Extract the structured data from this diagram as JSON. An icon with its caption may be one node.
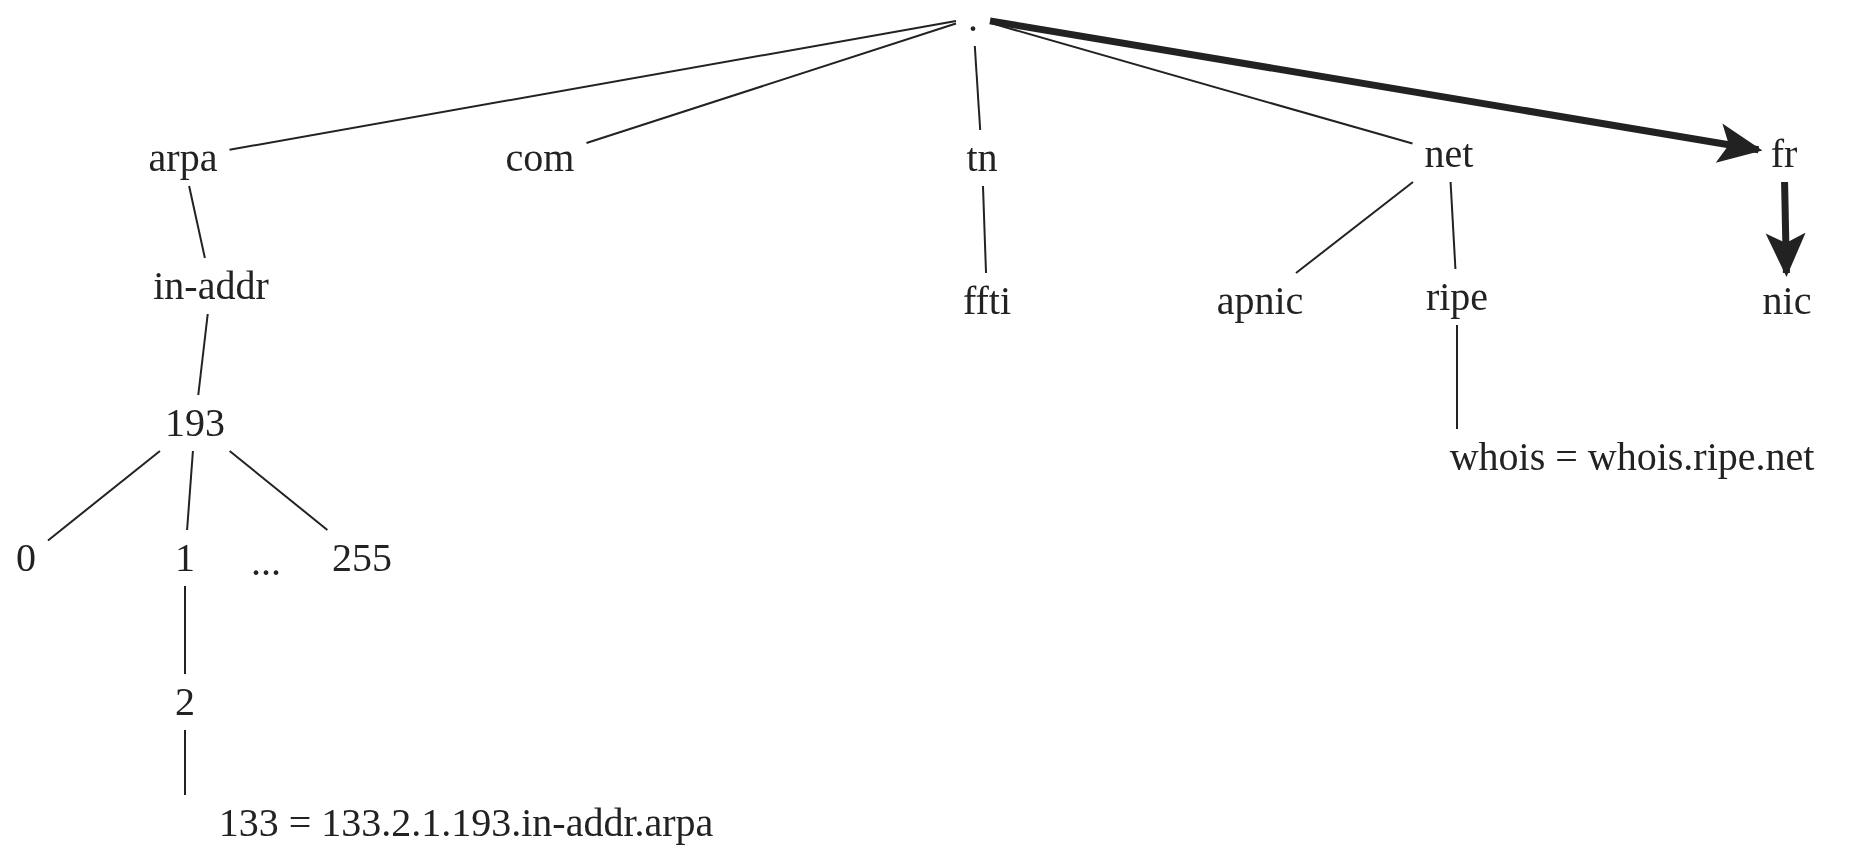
{
  "diagram": {
    "nodes": [
      {
        "text": [
          "."
        ]
      },
      {
        "text": [
          "arpa"
        ]
      },
      {
        "text": [
          "com"
        ]
      },
      {
        "text": [
          "tn"
        ]
      },
      {
        "text": [
          "net"
        ]
      },
      {
        "text": [
          "fr"
        ]
      },
      {
        "text": [
          "in-addr"
        ]
      },
      {
        "text": [
          "ffti"
        ]
      },
      {
        "text": [
          "apnic"
        ]
      },
      {
        "text": [
          "ripe"
        ]
      },
      {
        "text": [
          "nic"
        ]
      },
      {
        "text": [
          "193"
        ]
      },
      {
        "text": [
          "whois = whois.ripe.net"
        ]
      },
      {
        "text": [
          "0"
        ]
      },
      {
        "text": [
          "1"
        ]
      },
      {
        "text": [
          "255"
        ]
      },
      {
        "text": [
          "2"
        ]
      },
      {
        "text": [
          "133 = 133.2.1.193.in-addr.arpa"
        ]
      }
    ],
    "edges": [
      {
        "from": 0,
        "to": 1,
        "arrow": "none"
      },
      {
        "from": 0,
        "to": 2,
        "arrow": "none"
      },
      {
        "from": 0,
        "to": 3,
        "arrow": "none"
      },
      {
        "from": 0,
        "to": 4,
        "arrow": "none"
      },
      {
        "from": 0,
        "to": 5,
        "arrow": "to",
        "style": "thick"
      },
      {
        "from": 1,
        "to": 6,
        "arrow": "none"
      },
      {
        "from": 3,
        "to": 7,
        "arrow": "none"
      },
      {
        "from": 4,
        "to": 8,
        "arrow": "none"
      },
      {
        "from": 4,
        "to": 9,
        "arrow": "none"
      },
      {
        "from": 5,
        "to": 10,
        "arrow": "to",
        "style": "thick"
      },
      {
        "from": 6,
        "to": 11,
        "arrow": "none"
      },
      {
        "from": 9,
        "to": 12,
        "arrow": "none"
      },
      {
        "from": 11,
        "to": 13,
        "arrow": "none"
      },
      {
        "from": 11,
        "to": 14,
        "arrow": "none"
      },
      {
        "from": 11,
        "to": 15,
        "arrow": "none"
      },
      {
        "from": 14,
        "to": 16,
        "arrow": "none"
      },
      {
        "from": 16,
        "to": 17,
        "arrow": "none"
      }
    ],
    "labels": [
      "..."
    ]
  }
}
